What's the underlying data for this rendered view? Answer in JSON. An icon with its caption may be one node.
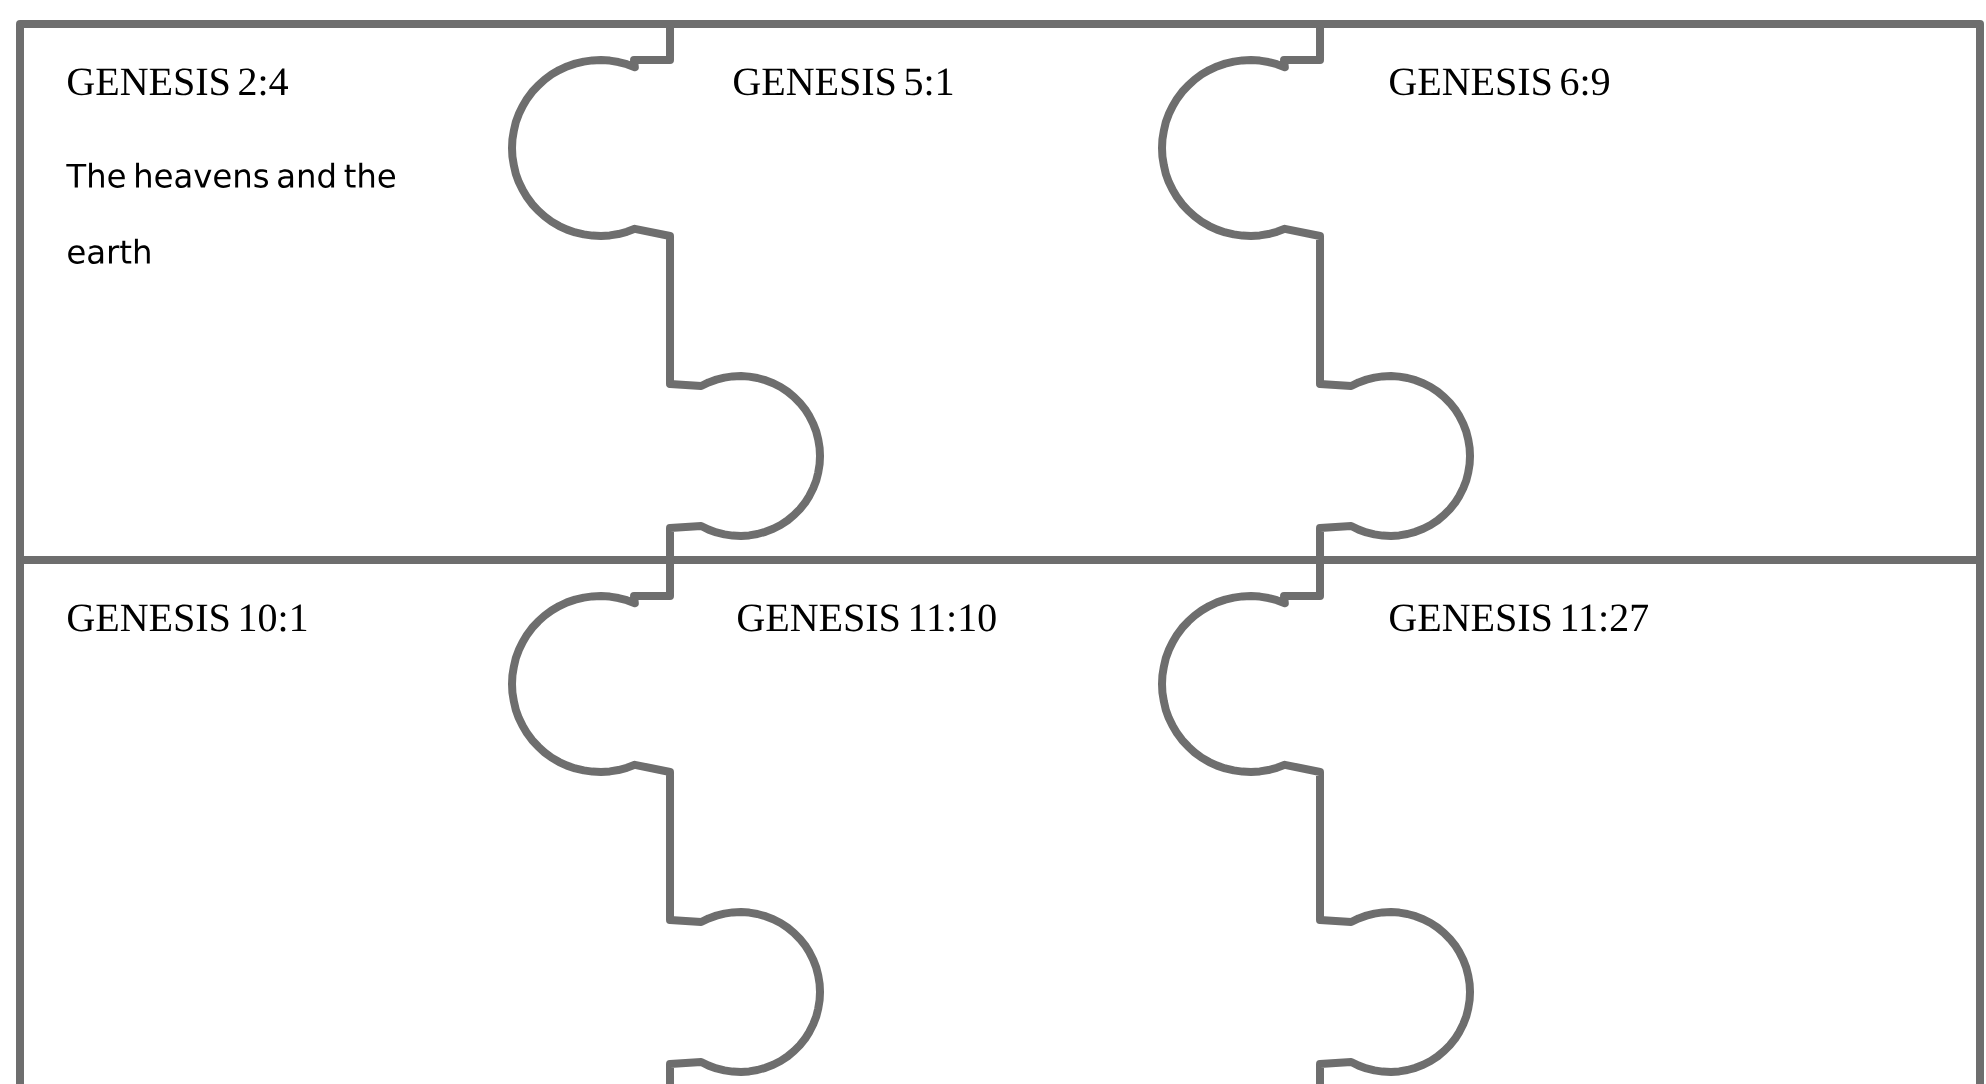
{
  "diagram": {
    "nodes": [
      {
        "text": [
          "GENESIS 2:4",
          "The heavens and the earth"
        ]
      },
      {
        "text": [
          "GENESIS 5:1"
        ]
      },
      {
        "text": [
          "GENESIS 6:9"
        ]
      },
      {
        "text": [
          "GENESIS 10:1"
        ]
      },
      {
        "text": [
          "GENESIS 11:10"
        ]
      },
      {
        "text": [
          "GENESIS 11:27"
        ]
      }
    ]
  }
}
